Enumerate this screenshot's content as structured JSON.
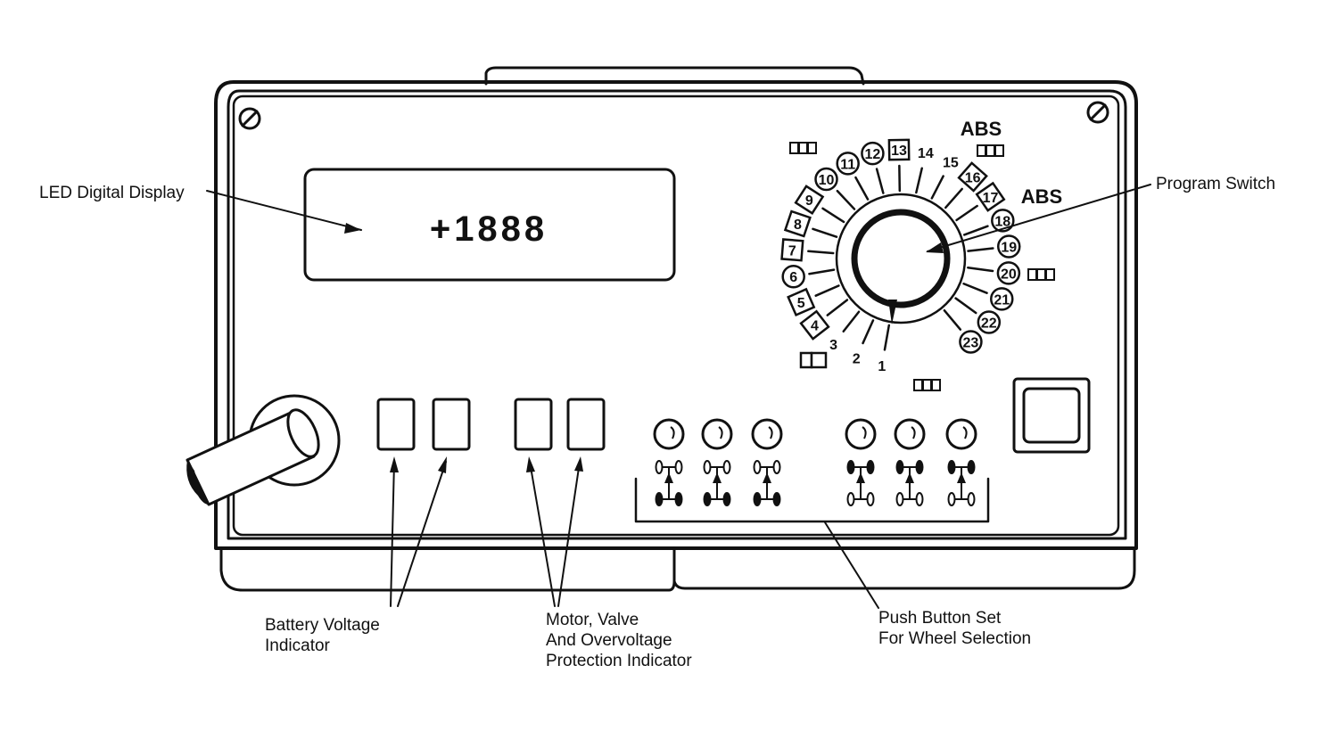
{
  "display": {
    "reading": "+1888"
  },
  "labels": {
    "led_display": "LED Digital Display",
    "program_switch": "Program Switch",
    "battery": [
      "Battery Voltage",
      "Indicator"
    ],
    "motor": [
      "Motor, Valve",
      "And Overvoltage",
      "Protection Indicator"
    ],
    "push_buttons": [
      "Push Button Set",
      "For Wheel Selection"
    ]
  },
  "dial": {
    "abs_labels": [
      "ABS",
      "ABS"
    ],
    "positions": [
      {
        "n": "1",
        "shape": "plain"
      },
      {
        "n": "2",
        "shape": "plain"
      },
      {
        "n": "3",
        "shape": "plain"
      },
      {
        "n": "4",
        "shape": "square"
      },
      {
        "n": "5",
        "shape": "square"
      },
      {
        "n": "6",
        "shape": "circle"
      },
      {
        "n": "7",
        "shape": "square"
      },
      {
        "n": "8",
        "shape": "square"
      },
      {
        "n": "9",
        "shape": "square"
      },
      {
        "n": "10",
        "shape": "circle"
      },
      {
        "n": "11",
        "shape": "circle"
      },
      {
        "n": "12",
        "shape": "circle"
      },
      {
        "n": "13",
        "shape": "square"
      },
      {
        "n": "14",
        "shape": "plain"
      },
      {
        "n": "15",
        "shape": "plain"
      },
      {
        "n": "16",
        "shape": "square"
      },
      {
        "n": "17",
        "shape": "square"
      },
      {
        "n": "18",
        "shape": "circle"
      },
      {
        "n": "19",
        "shape": "circle"
      },
      {
        "n": "20",
        "shape": "circle"
      },
      {
        "n": "21",
        "shape": "circle"
      },
      {
        "n": "22",
        "shape": "circle"
      },
      {
        "n": "23",
        "shape": "circle"
      }
    ]
  }
}
